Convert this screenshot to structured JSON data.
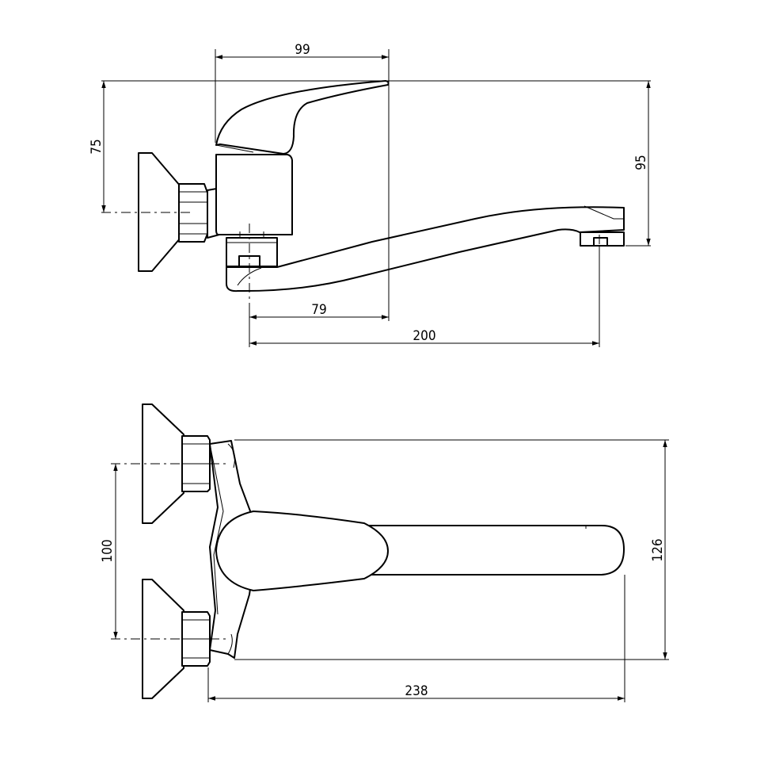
{
  "diagram": {
    "colors": {
      "line": "#000000",
      "background": "#ffffff"
    },
    "side_view": {
      "dimensions": {
        "lever_reach": "99",
        "handle_height": "75",
        "spout_height": "95",
        "body_to_lever": "79",
        "spout_reach": "200"
      }
    },
    "top_view": {
      "dimensions": {
        "inlet_spacing": "100",
        "total_width": "126",
        "total_length": "238"
      }
    }
  }
}
